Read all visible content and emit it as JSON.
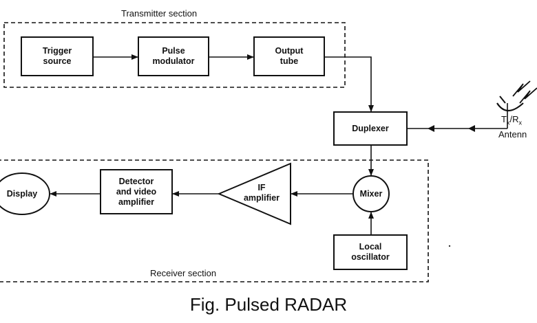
{
  "transmitter": {
    "title": "Transmitter section",
    "trigger_line1": "Trigger",
    "trigger_line2": "source",
    "pulse_line1": "Pulse",
    "pulse_line2": "modulator",
    "output_line1": "Output",
    "output_line2": "tube"
  },
  "duplexer": {
    "label": "Duplexer"
  },
  "antenna": {
    "tx": "T",
    "tx_sub": "x",
    "slash": "/R",
    "rx_sub": "x",
    "name": "Antenn"
  },
  "receiver": {
    "title": "Receiver section",
    "display": "Display",
    "detector_line1": "Detector",
    "detector_line2": "and video",
    "detector_line3": "amplifier",
    "if_line1": "IF",
    "if_line2": "amplifier",
    "mixer": "Mixer",
    "local_line1": "Local",
    "local_line2": "oscillator"
  },
  "caption": "Fig. Pulsed RADAR"
}
